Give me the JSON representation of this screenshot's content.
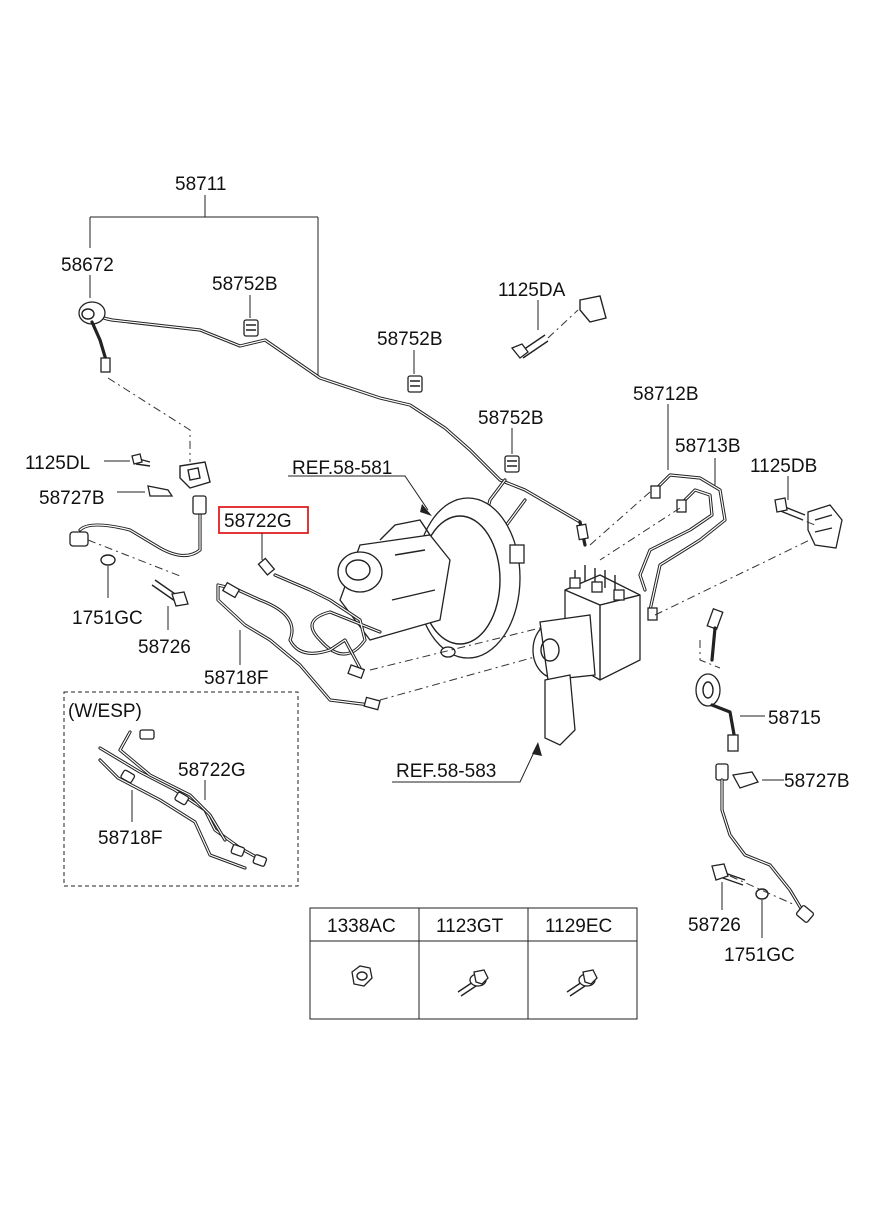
{
  "labels": {
    "l58711": "58711",
    "l58672": "58672",
    "l58752b_1": "58752B",
    "l58752b_2": "58752B",
    "l58752b_3": "58752B",
    "l1125da": "1125DA",
    "l58712b": "58712B",
    "l58713b": "58713B",
    "l1125db": "1125DB",
    "l1125dl": "1125DL",
    "l58727b_left": "58727B",
    "l_ref581": "REF.58-581",
    "l58722g_main": "58722G",
    "l1751gc_left": "1751GC",
    "l58726_left": "58726",
    "l58718f_main": "58718F",
    "l_wesp": "(W/ESP)",
    "l58722g_esp": "58722G",
    "l58718f_esp": "58718F",
    "l_ref583": "REF.58-583",
    "l58715": "58715",
    "l58727b_right": "58727B",
    "l58726_right": "58726",
    "l1751gc_right": "1751GC"
  },
  "highlight": {
    "part": "58722G",
    "color": "#e02020"
  },
  "parts_table": {
    "headers": [
      "1338AC",
      "1123GT",
      "1129EC"
    ],
    "icons": [
      "hex-nut-icon",
      "flange-bolt-icon",
      "flange-bolt-icon"
    ]
  }
}
